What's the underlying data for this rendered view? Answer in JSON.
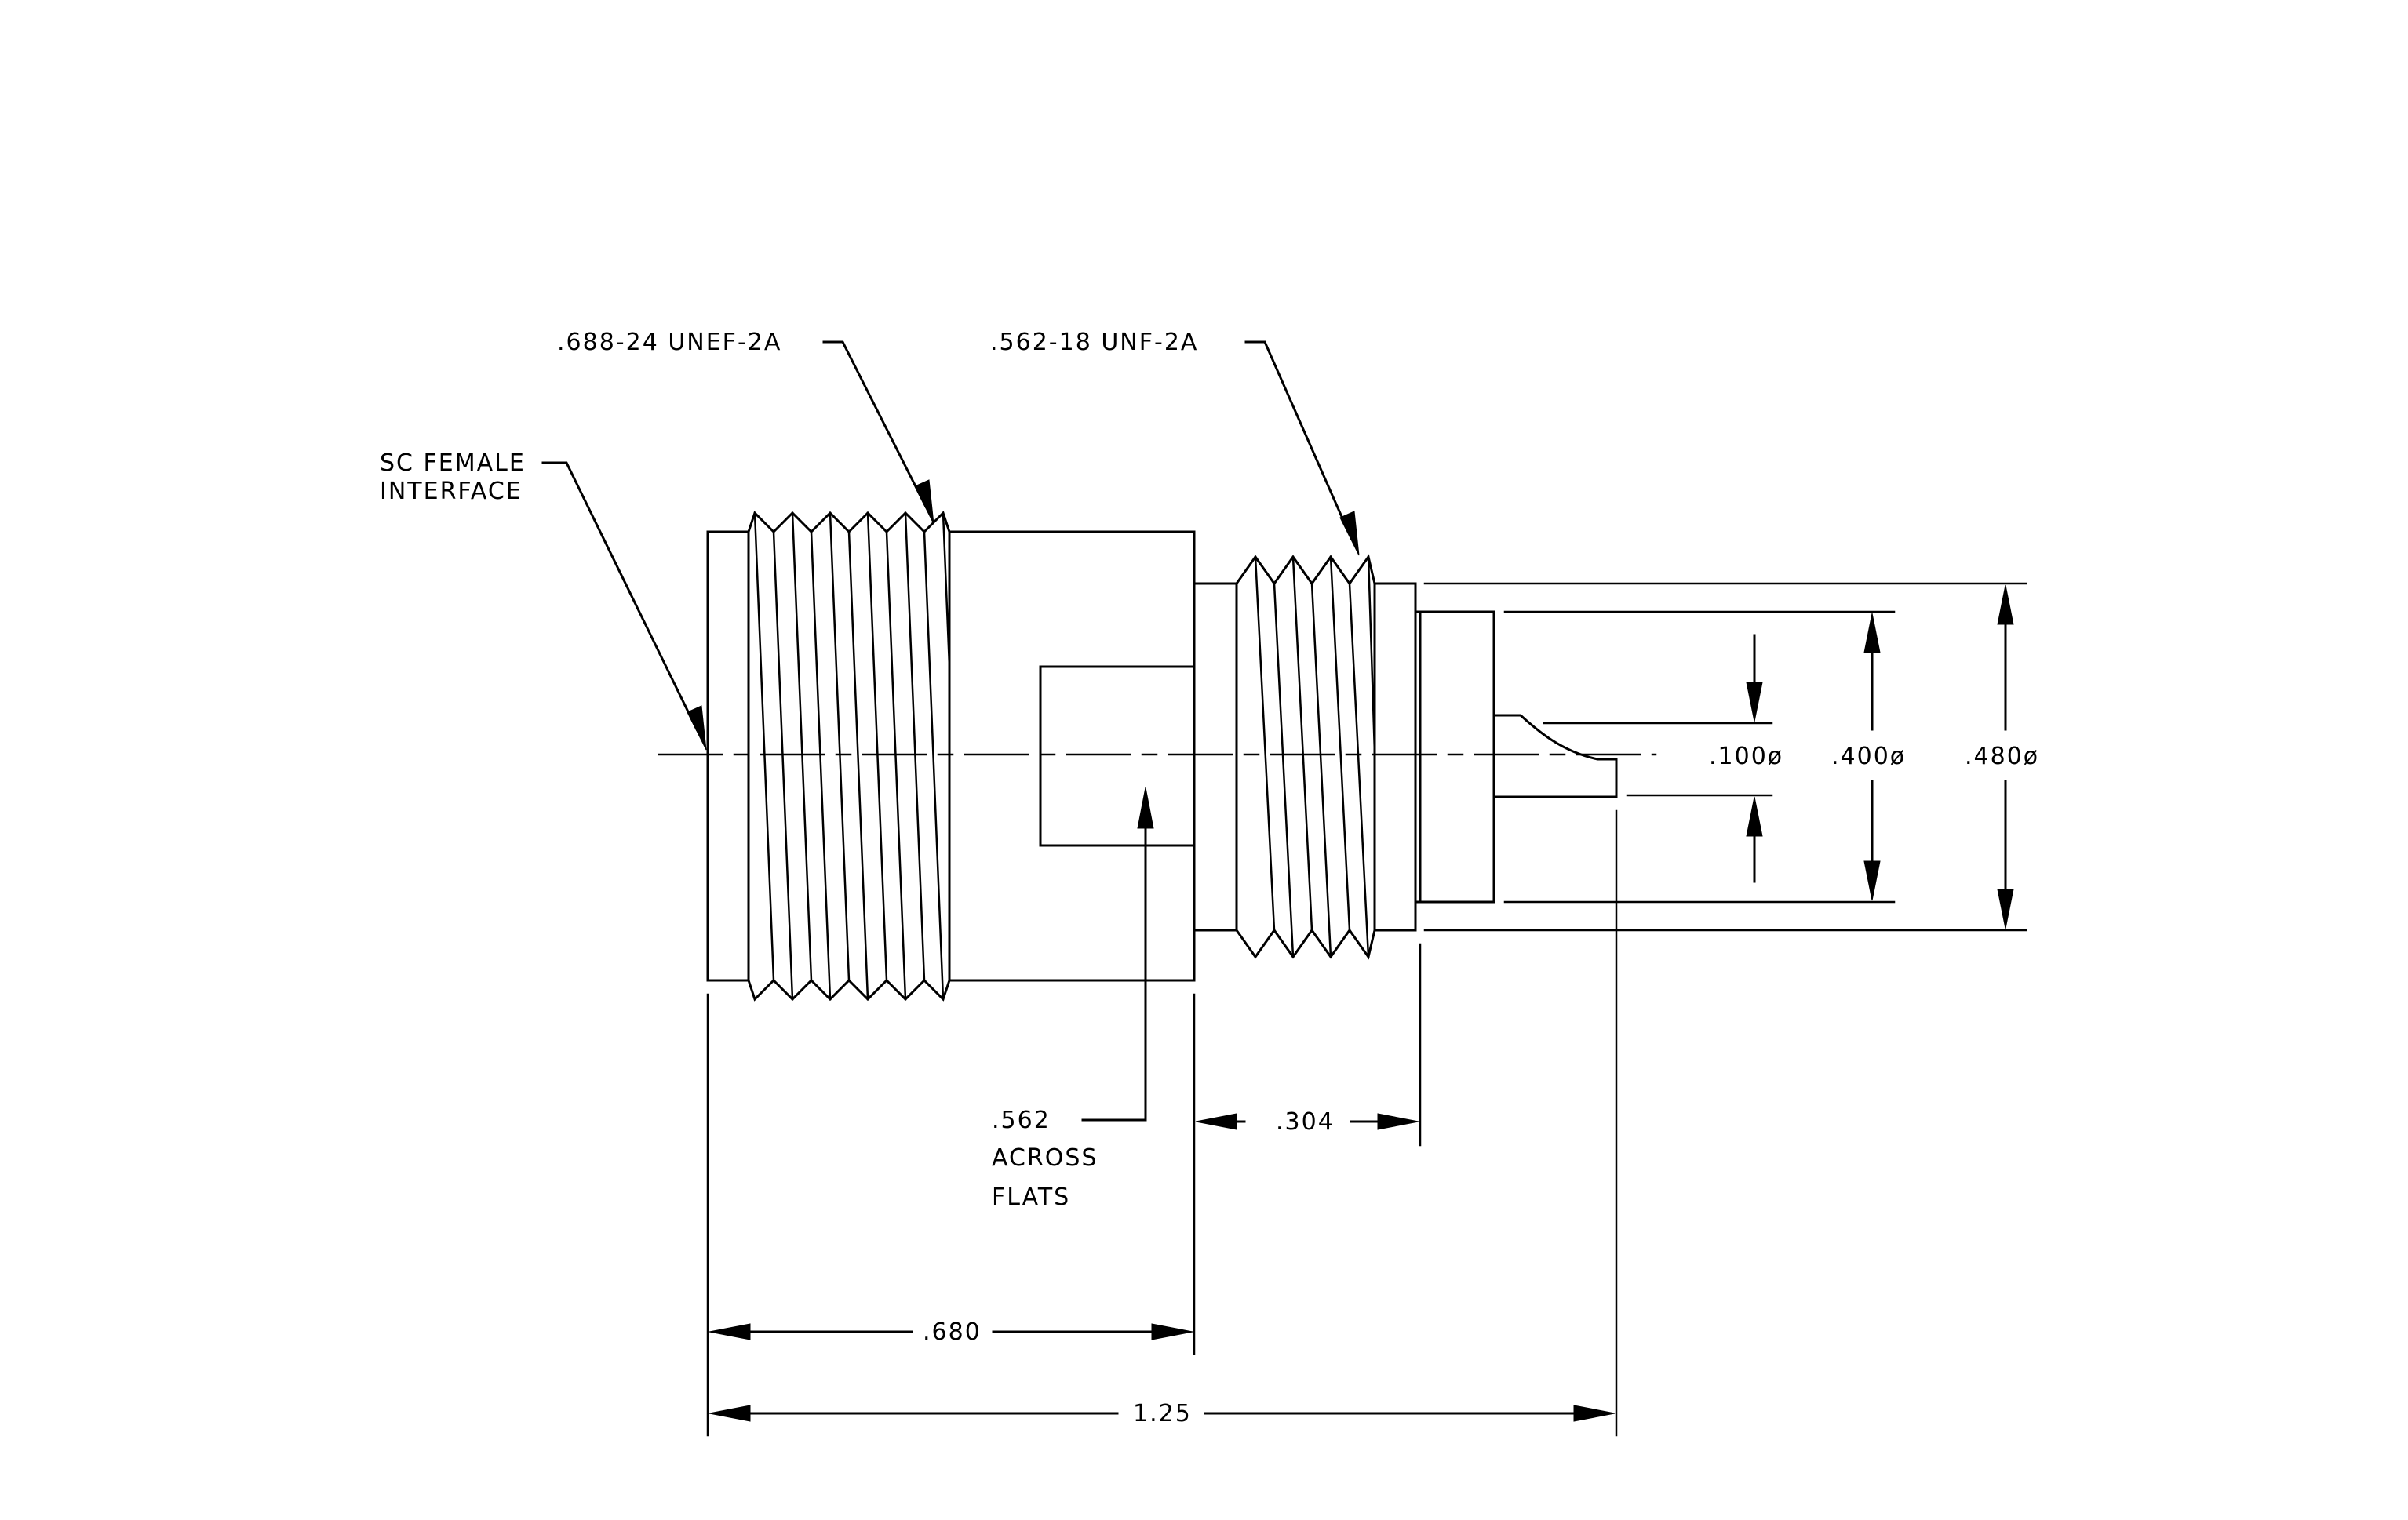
{
  "callouts": {
    "thread_major": ".688-24 UNEF-2A",
    "thread_minor": ".562-18 UNF-2A",
    "interface_line1": "SC FEMALE",
    "interface_line2": "INTERFACE",
    "flats_value": ".562",
    "flats_line2": "ACROSS",
    "flats_line3": "FLATS"
  },
  "dimensions": {
    "hex_length": ".680",
    "overall_length": "1.25",
    "minor_section_length": ".304",
    "pin_diameter": ".100ø",
    "inner_diameter": ".400ø",
    "outer_diameter": ".480ø"
  }
}
